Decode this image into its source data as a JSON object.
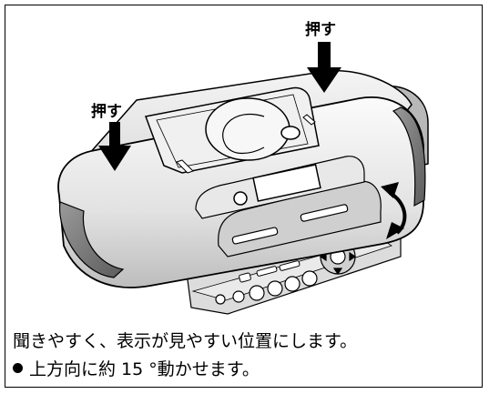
{
  "figure": {
    "push_label_right": "押す",
    "push_label_left": "押す"
  },
  "caption": {
    "line1": "聞きやすく、表示が見やすい位置にします。",
    "bullet_text": "上方向に約 15 °動かせます。"
  },
  "colors": {
    "border": "#000000",
    "body_light": "#f2f2f2",
    "body_mid": "#cfcfcf",
    "body_dark": "#8a8a8a",
    "speaker": "#6f6f6f"
  }
}
